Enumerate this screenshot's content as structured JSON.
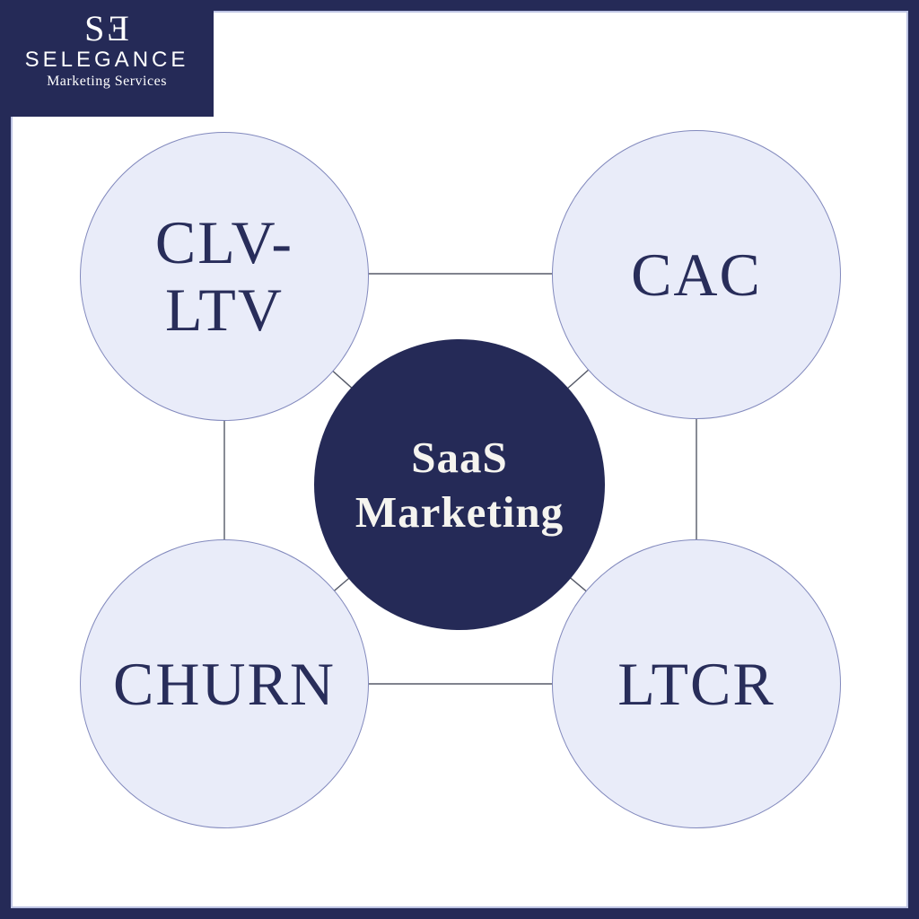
{
  "logo": {
    "monogram_left": "S",
    "monogram_right": "Ǝ",
    "brand": "SELEGANCE",
    "tagline": "Marketing Services"
  },
  "diagram": {
    "center": {
      "label": "SaaS Marketing"
    },
    "nodes": [
      {
        "id": "clv-ltv",
        "label": "CLV-LTV"
      },
      {
        "id": "cac",
        "label": "CAC"
      },
      {
        "id": "churn",
        "label": "CHURN"
      },
      {
        "id": "ltcr",
        "label": "LTCR"
      }
    ]
  },
  "colors": {
    "navy": "#252a57",
    "node_fill": "#e9ecf9",
    "node_border": "#8289bd",
    "connector": "#565a68",
    "label_navy": "#282d5a",
    "hub_text": "#f5f4ef",
    "frame_inner_line": "#bcc3e3",
    "background": "#ffffff"
  }
}
